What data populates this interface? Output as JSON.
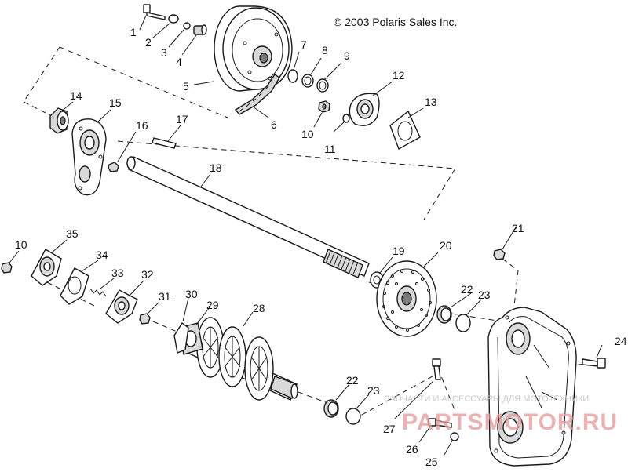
{
  "copyright": "© 2003 Polaris Sales Inc.",
  "watermark": {
    "line1": "ЗАПЧАСТИ И АКСЕССУАРЫ ДЛЯ МОТОТЕХНИКИ",
    "line2": "PARTSMOTOR.RU"
  },
  "part_numbers": {
    "p1": "1",
    "p2": "2",
    "p3": "3",
    "p4": "4",
    "p5": "5",
    "p6": "6",
    "p7": "7",
    "p8": "8",
    "p9": "9",
    "p10a": "10",
    "p10b": "10",
    "p11": "11",
    "p12": "12",
    "p13": "13",
    "p14": "14",
    "p15": "15",
    "p16": "16",
    "p17": "17",
    "p18": "18",
    "p19": "19",
    "p20": "20",
    "p21": "21",
    "p22a": "22",
    "p22b": "22",
    "p23a": "23",
    "p23b": "23",
    "p24": "24",
    "p25": "25",
    "p26": "26",
    "p27": "27",
    "p28": "28",
    "p29": "29",
    "p30": "30",
    "p31": "31",
    "p32": "32",
    "p33": "33",
    "p34": "34",
    "p35": "35"
  },
  "colors": {
    "line": "#1a1a1a",
    "watermark_text": "#e39a9a"
  }
}
